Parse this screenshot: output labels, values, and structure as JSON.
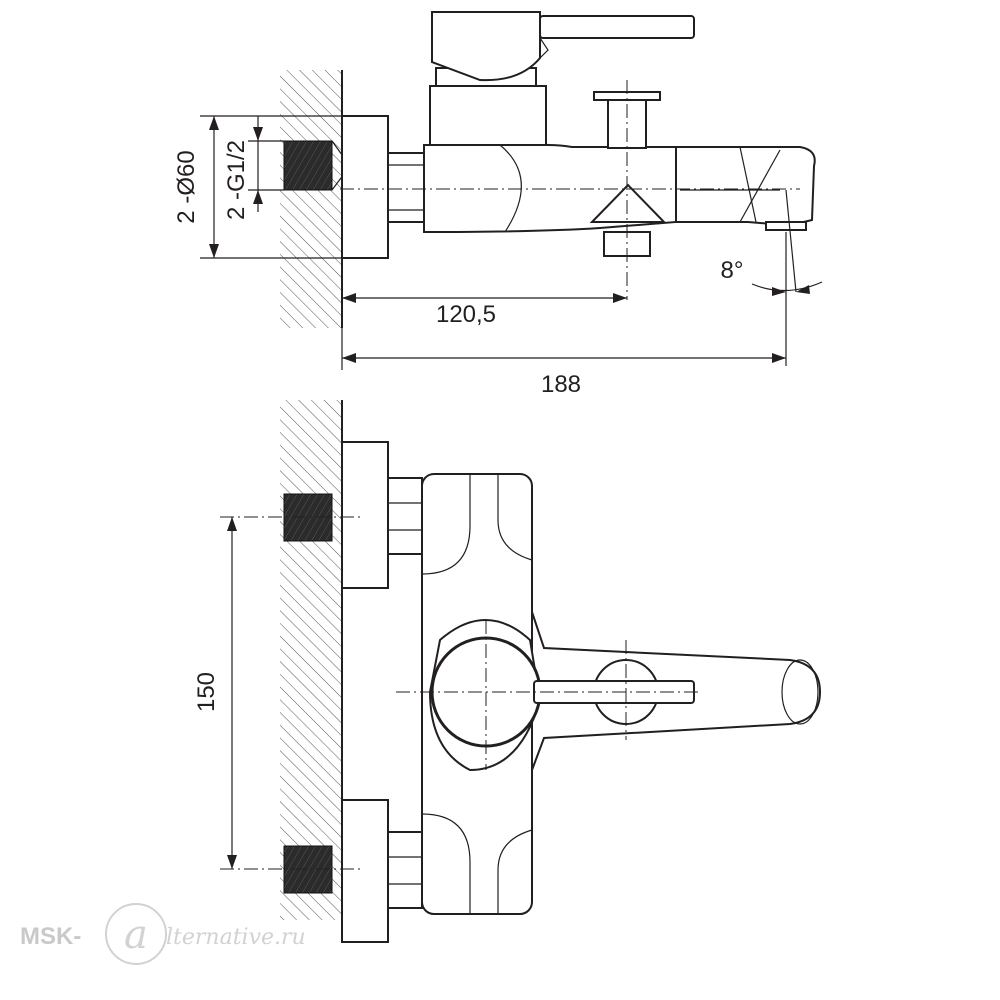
{
  "drawing": {
    "side_view": {
      "dim_connection_diameter": "2 -Ø60",
      "dim_thread": "2 -G1/2",
      "dim_depth_to_diverter": "120,5",
      "dim_spout_length": "188",
      "dim_spout_angle": "8°"
    },
    "top_view": {
      "dim_inlet_spacing": "150"
    }
  },
  "watermark": {
    "brand": "MSK-",
    "script": "lternative.ru"
  },
  "colors": {
    "ink": "#231f20",
    "thread_fill": "#2b2b2b",
    "watermark": "#c9c9c9"
  }
}
